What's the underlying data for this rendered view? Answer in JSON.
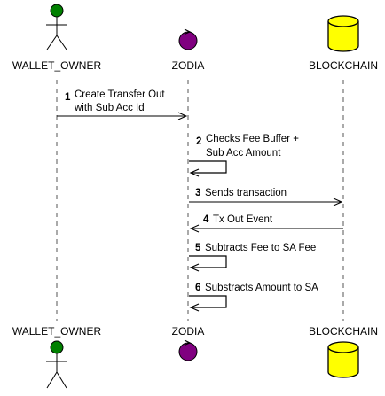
{
  "participants": [
    {
      "id": "wallet_owner",
      "label": "WALLET_OWNER",
      "shape": "actor",
      "color": "#008000"
    },
    {
      "id": "zodia",
      "label": "ZODIA",
      "shape": "control",
      "color": "#800080"
    },
    {
      "id": "blockchain",
      "label": "BLOCKCHAIN",
      "shape": "database",
      "color": "#ffff00"
    }
  ],
  "messages": [
    {
      "num": "1",
      "lines": [
        "Create Transfer Out",
        "with Sub Acc Id"
      ],
      "from": "wallet_owner",
      "to": "zodia"
    },
    {
      "num": "2",
      "lines": [
        "Checks Fee Buffer +",
        "Sub Acc Amount"
      ],
      "from": "zodia",
      "to": "zodia"
    },
    {
      "num": "3",
      "lines": [
        "Sends transaction"
      ],
      "from": "zodia",
      "to": "blockchain"
    },
    {
      "num": "4",
      "lines": [
        "Tx Out Event"
      ],
      "from": "blockchain",
      "to": "zodia"
    },
    {
      "num": "5",
      "lines": [
        "Subtracts Fee to SA Fee"
      ],
      "from": "zodia",
      "to": "zodia"
    },
    {
      "num": "6",
      "lines": [
        "Substracts Amount to SA"
      ],
      "from": "zodia",
      "to": "zodia"
    }
  ]
}
